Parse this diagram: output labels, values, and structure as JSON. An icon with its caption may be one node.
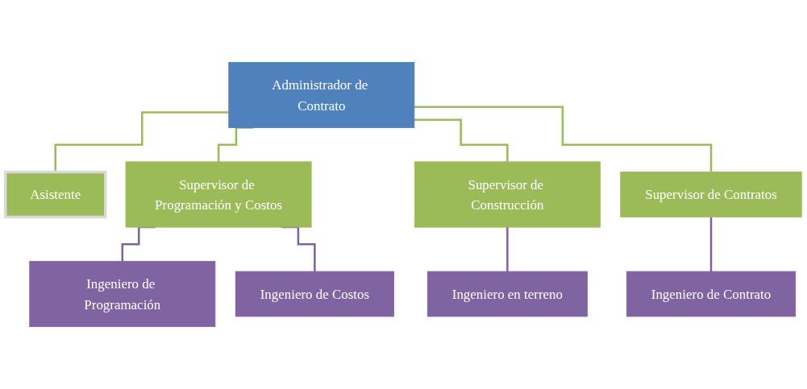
{
  "diagram": {
    "nodes": [
      {
        "text": [
          "Administrador de Contrato"
        ]
      },
      {
        "text": [
          "Asistente"
        ]
      },
      {
        "text": [
          "Supervisor de Programación y Costos"
        ]
      },
      {
        "text": [
          "Supervisor de Construcción"
        ]
      },
      {
        "text": [
          "Supervisor de Contratos"
        ]
      },
      {
        "text": [
          "Ingeniero de Programación"
        ]
      },
      {
        "text": [
          "Ingeniero de Costos"
        ]
      },
      {
        "text": [
          "Ingeniero en terreno"
        ]
      },
      {
        "text": [
          "Ingeniero de Contrato"
        ]
      }
    ],
    "edges": [
      {
        "from": 0,
        "to": 1,
        "arrow": "none",
        "color": "#9bbb59"
      },
      {
        "from": 0,
        "to": 2,
        "arrow": "none",
        "color": "#9bbb59"
      },
      {
        "from": 0,
        "to": 3,
        "arrow": "none",
        "color": "#9bbb59"
      },
      {
        "from": 0,
        "to": 4,
        "arrow": "none",
        "color": "#9bbb59"
      },
      {
        "from": 2,
        "to": 5,
        "arrow": "none",
        "color": "#8064a2"
      },
      {
        "from": 2,
        "to": 6,
        "arrow": "none",
        "color": "#8064a2"
      },
      {
        "from": 3,
        "to": 7,
        "arrow": "none",
        "color": "#8064a2"
      },
      {
        "from": 4,
        "to": 8,
        "arrow": "none",
        "color": "#8064a2"
      }
    ]
  }
}
